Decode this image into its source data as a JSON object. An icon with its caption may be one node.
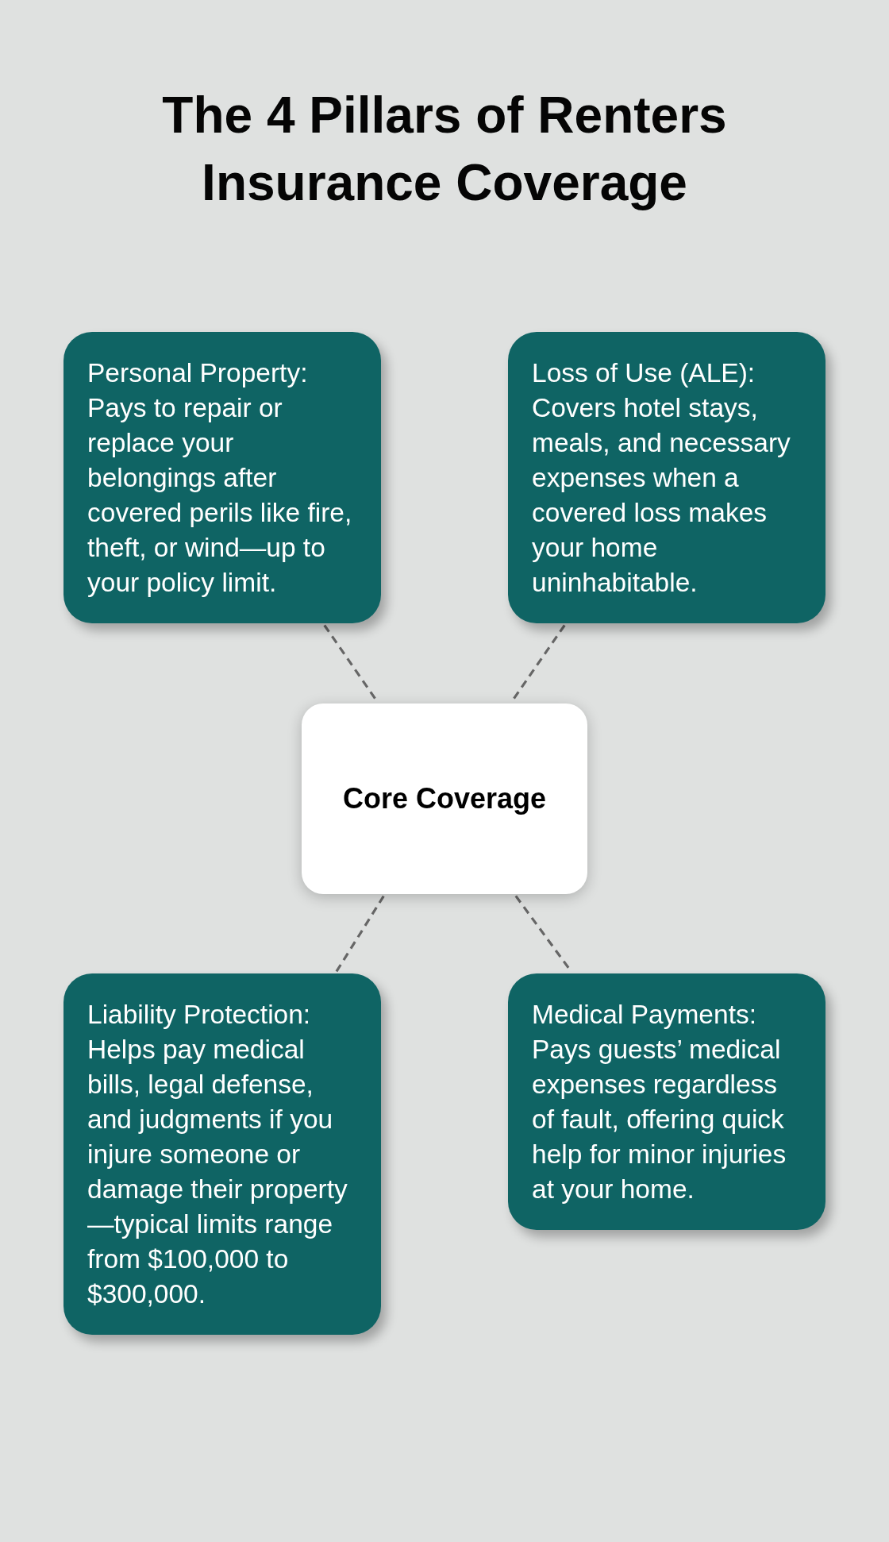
{
  "diagram": {
    "title": "The 4 Pillars of Renters Insurance Coverage",
    "nodes": [
      {
        "text": [
          "Personal Property: Pays to repair or replace your belongings after covered perils like fire, theft, or wind—up to your policy limit."
        ]
      },
      {
        "text": [
          "Loss of Use (ALE): Covers hotel stays, meals, and necessary expenses when a covered loss makes your home uninhabitable."
        ]
      },
      {
        "text": [
          "Core Coverage"
        ]
      },
      {
        "text": [
          "Liability Protection: Helps pay medical bills, legal defense, and judgments if you injure someone or damage their property—typical limits range from $100,000 to $300,000."
        ]
      },
      {
        "text": [
          "Medical Payments: Pays guests’ medical expenses regardless of fault, offering quick help for minor injuries at your home."
        ]
      }
    ],
    "edges": [
      {
        "from": 0,
        "to": 2,
        "arrow": "none",
        "style": "dashed"
      },
      {
        "from": 1,
        "to": 2,
        "arrow": "none",
        "style": "dashed"
      },
      {
        "from": 2,
        "to": 3,
        "arrow": "none",
        "style": "dashed"
      },
      {
        "from": 2,
        "to": 4,
        "arrow": "none",
        "style": "dashed"
      }
    ]
  }
}
